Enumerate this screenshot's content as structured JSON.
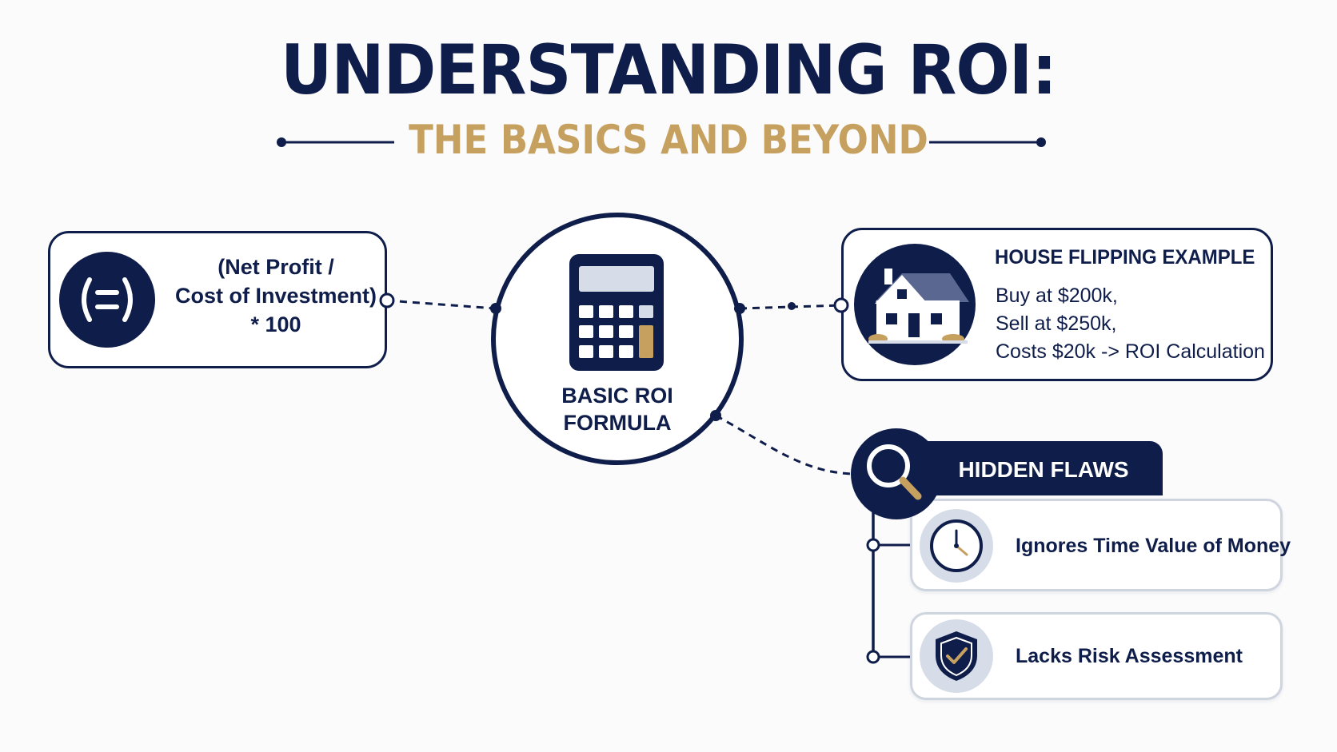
{
  "title": "UNDERSTANDING ROI:",
  "subtitle": "THE BASICS AND BEYOND",
  "formula_card": {
    "icon": "equals-icon",
    "lines": [
      "(Net Profit /",
      "Cost of Investment)",
      "* 100"
    ]
  },
  "center": {
    "icon": "calculator-icon",
    "label_lines": [
      "BASIC ROI",
      "FORMULA"
    ]
  },
  "house_card": {
    "icon": "house-icon",
    "title": "HOUSE FLIPPING EXAMPLE",
    "lines": [
      "Buy at $200k,",
      "Sell at $250k,",
      "Costs $20k -> ROI Calculation"
    ]
  },
  "hidden_flaws": {
    "icon": "magnifier-icon",
    "title": "HIDDEN FLAWS",
    "items": [
      {
        "icon": "clock-icon",
        "label": "Ignores Time Value of Money"
      },
      {
        "icon": "shield-check-icon",
        "label": "Lacks Risk Assessment"
      }
    ]
  },
  "colors": {
    "navy": "#0f1d4a",
    "gold": "#c6a05f",
    "background": "#fbfbfc"
  }
}
